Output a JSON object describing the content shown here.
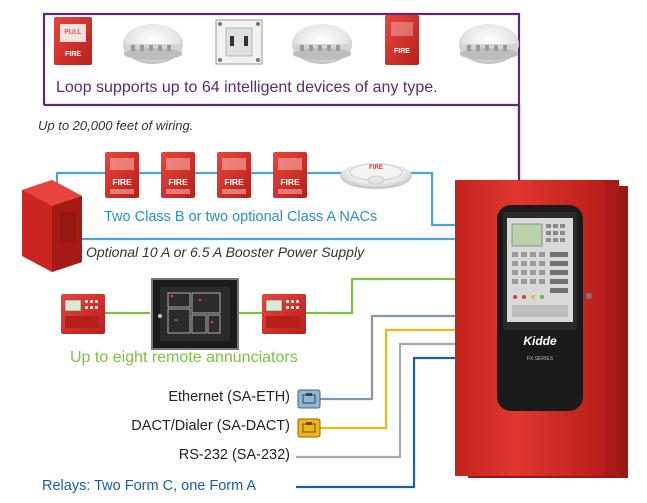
{
  "labels": {
    "loop": "Loop supports up to 64 intelligent devices of any type.",
    "wiring": "Up to 20,000 feet of wiring.",
    "nacs": "Two Class B or two optional Class A NACs",
    "booster": "Optional 10 A or 6.5 A Booster Power Supply",
    "annunciators": "Up to eight remote annunciators",
    "ethernet": "Ethernet (SA-ETH)",
    "dact": "DACT/Dialer (SA-DACT)",
    "rs232": "RS-232 (SA-232)",
    "relays": "Relays: Two Form C, one Form A"
  },
  "device_text": {
    "fire": "FIRE",
    "pull": "PULL",
    "strobe_fire": "FIRE",
    "brand": "Kidde",
    "series": "FX SERIES"
  },
  "colors": {
    "loop_wire": "#5a2a72",
    "nac_wire": "#4fa3d9",
    "annunciator_wire": "#7dc142",
    "ethernet_wire": "#8a95a8",
    "dact_wire": "#f2b418",
    "rs232_wire": "#a7a9ac",
    "relay_wire": "#1b5ea6",
    "panel_red": "#d9302b"
  }
}
